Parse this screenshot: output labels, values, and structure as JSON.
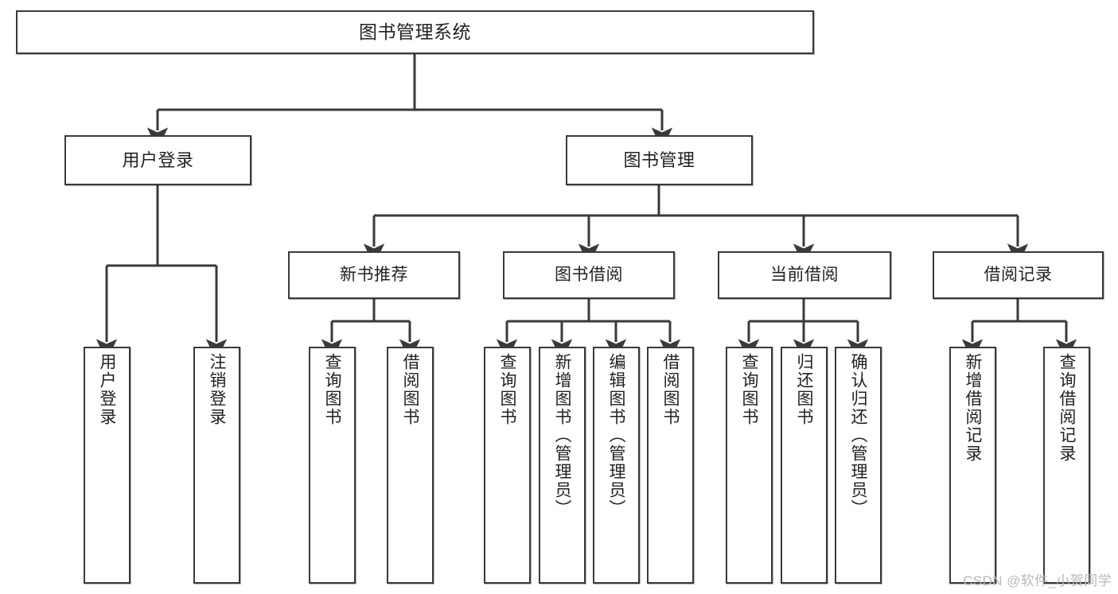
{
  "diagram": {
    "title": "图书管理系统",
    "type": "tree-hierarchy-chart",
    "root": {
      "id": "root",
      "label": "图书管理系统"
    },
    "level2": [
      {
        "id": "user-login",
        "label": "用户登录"
      },
      {
        "id": "book-management",
        "label": "图书管理"
      }
    ],
    "level3": [
      {
        "id": "new-book-recommend",
        "label": "新书推荐"
      },
      {
        "id": "book-borrow",
        "label": "图书借阅"
      },
      {
        "id": "current-borrow",
        "label": "当前借阅"
      },
      {
        "id": "borrow-record",
        "label": "借阅记录"
      }
    ],
    "leaves": [
      {
        "id": "leaf-user-login",
        "label": "用户登录"
      },
      {
        "id": "leaf-logout-login",
        "label": "注销登录"
      },
      {
        "id": "leaf-query-book-1",
        "label": "查询图书"
      },
      {
        "id": "leaf-borrow-book-1",
        "label": "借阅图书"
      },
      {
        "id": "leaf-query-book-2",
        "label": "查询图书"
      },
      {
        "id": "leaf-add-book",
        "label": "新增图书（管理员）"
      },
      {
        "id": "leaf-edit-book",
        "label": "编辑图书（管理员）"
      },
      {
        "id": "leaf-borrow-book-2",
        "label": "借阅图书"
      },
      {
        "id": "leaf-query-book-3",
        "label": "查询图书"
      },
      {
        "id": "leaf-return-book",
        "label": "归还图书"
      },
      {
        "id": "leaf-confirm-return",
        "label": "确认归还（管理员）"
      },
      {
        "id": "leaf-add-borrow-record",
        "label": "新增借阅记录"
      },
      {
        "id": "leaf-query-borrow-record",
        "label": "查询借阅记录"
      }
    ]
  },
  "watermark": {
    "text": "CSDN @软件_小贺同学"
  },
  "colors": {
    "border": "#3a3a3a",
    "fill": "#ffffff",
    "text": "#222222",
    "watermark": "#b9b9b9"
  }
}
